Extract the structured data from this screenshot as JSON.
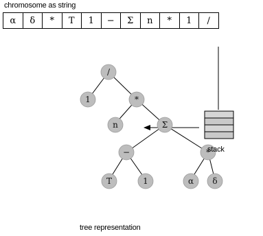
{
  "chromosome": {
    "title": "chromosome as string",
    "genes": [
      "α",
      "δ",
      "*",
      "T",
      "1",
      "−",
      "Σ",
      "n",
      "*",
      "1",
      "/"
    ]
  },
  "stack": {
    "label": "stack"
  },
  "tree": {
    "caption": "tree representation",
    "nodes": {
      "root": "/",
      "one_top": "1",
      "mult_top": "*",
      "n": "n",
      "sigma": "Σ",
      "minus": "−",
      "mult_bottom": "*",
      "T": "T",
      "one_bottom": "1",
      "alpha": "α",
      "delta": "δ"
    }
  },
  "colors": {
    "node_fill": "#bdbdbd",
    "stack_fill": "#c9c9c9"
  }
}
